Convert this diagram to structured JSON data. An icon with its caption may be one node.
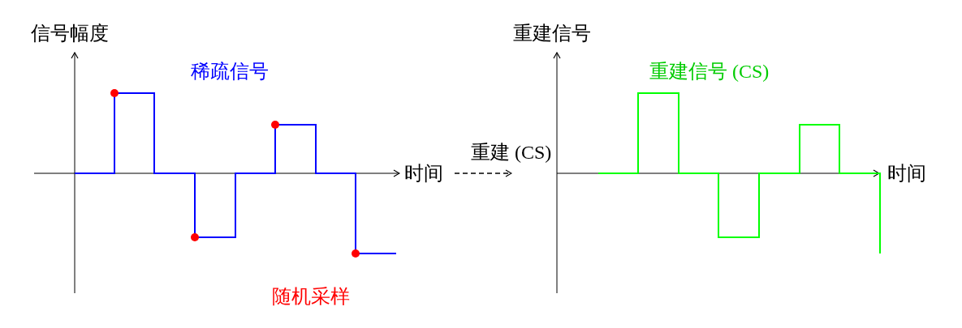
{
  "diagram": {
    "nodes": [
      {
        "text": [
          "信号幅度",
          "稀疏信号",
          "时间",
          "随机采样"
        ]
      },
      {
        "text": [
          "重建信号",
          "重建信号 (CS)",
          "时间"
        ]
      }
    ],
    "edges": [
      {
        "from": 0,
        "to": 1,
        "arrow": "to",
        "label": "重建 (CS)",
        "style": "dashed"
      }
    ]
  }
}
